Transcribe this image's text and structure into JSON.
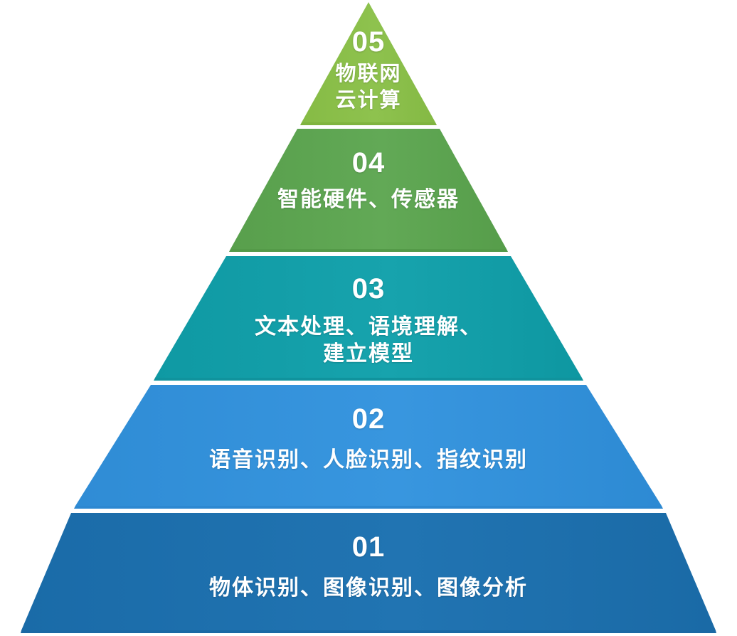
{
  "figure": {
    "type": "pyramid-diagram",
    "background_color": "#ffffff",
    "level_count": 5,
    "divider_color": "#ffffff"
  },
  "levels": [
    {
      "id": "level-05",
      "number": "05",
      "description": "物联网\n云计算",
      "color": "#8CC04A",
      "color_shade": "#7FB43F",
      "position": "apex"
    },
    {
      "id": "level-04",
      "number": "04",
      "description": "智能硬件、传感器",
      "color": "#5EA652",
      "color_shade": "#549A48",
      "position": "second"
    },
    {
      "id": "level-03",
      "number": "03",
      "description": "文本处理、语境理解、\n建立模型",
      "color": "#15A0AA",
      "color_shade": "#10939D",
      "position": "middle"
    },
    {
      "id": "level-02",
      "number": "02",
      "description": "语音识别、人脸识别、指纹识别",
      "color": "#3694DC",
      "color_shade": "#2D88D1",
      "position": "fourth"
    },
    {
      "id": "level-01",
      "number": "01",
      "description": "物体识别、图像识别、图像分析",
      "color": "#1F72B0",
      "color_shade": "#1A68A4",
      "position": "base"
    }
  ]
}
